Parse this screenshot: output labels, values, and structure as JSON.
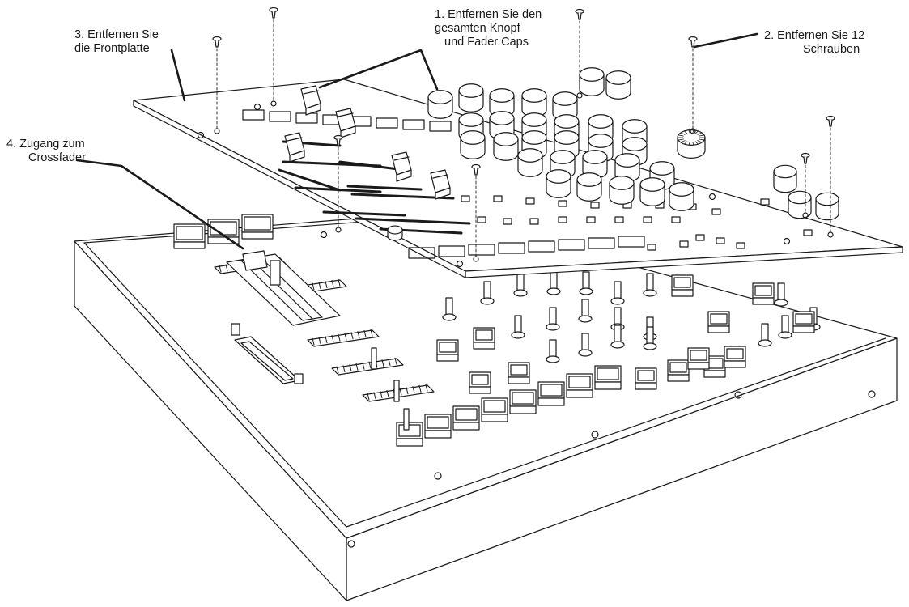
{
  "callouts": {
    "step1": {
      "line1": "1. Entfernen Sie den",
      "line2": "gesamten Knopf",
      "line3": "und Fader Caps"
    },
    "step2": {
      "line1": "2. Entfernen Sie 12",
      "line2": "Schrauben"
    },
    "step3": {
      "line1": "3. Entfernen Sie",
      "line2": "die Frontplatte"
    },
    "step4": {
      "line1": "4. Zugang zum",
      "line2": "Crossfader"
    }
  },
  "colors": {
    "line": "#1a1a1a",
    "background": "#ffffff"
  },
  "icons": [
    "screw-icon",
    "knob-icon",
    "fader-cap-icon",
    "button-cap-icon",
    "crossfader-icon"
  ]
}
